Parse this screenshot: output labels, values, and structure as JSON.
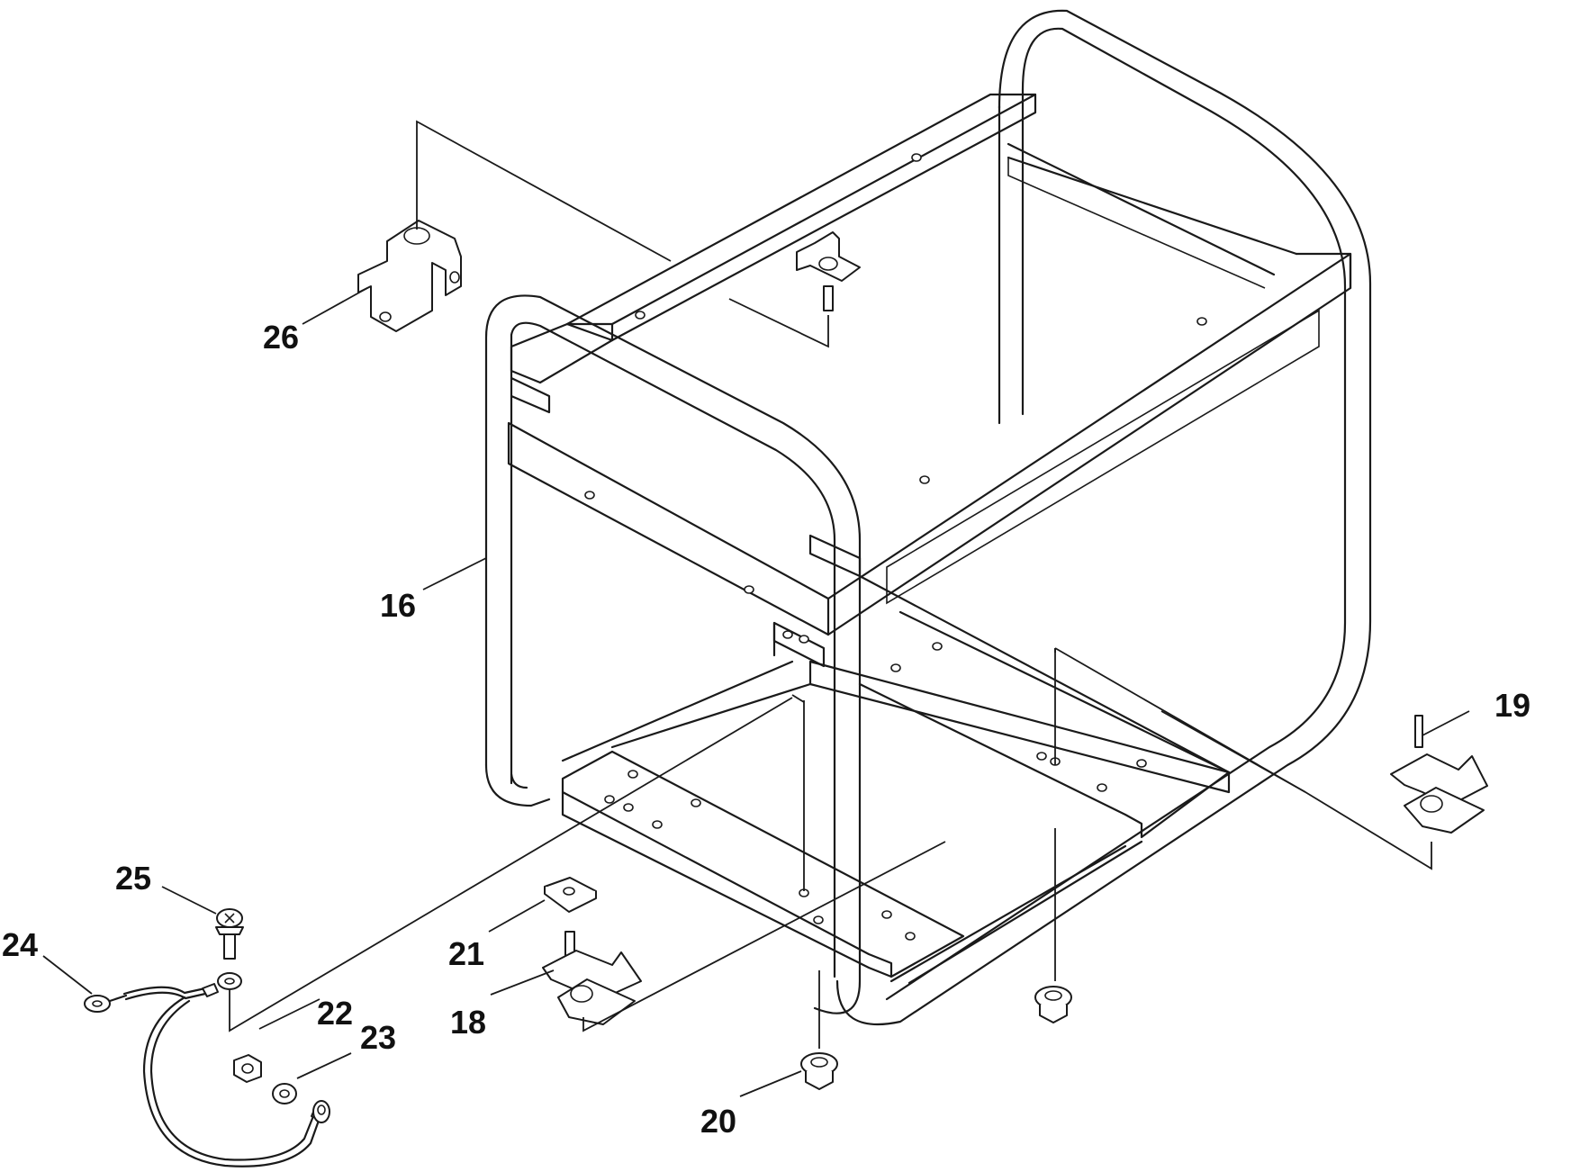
{
  "diagram": {
    "callouts": [
      {
        "id": "16",
        "text": "16"
      },
      {
        "id": "18",
        "text": "18"
      },
      {
        "id": "19",
        "text": "19"
      },
      {
        "id": "20",
        "text": "20"
      },
      {
        "id": "21",
        "text": "21"
      },
      {
        "id": "22",
        "text": "22"
      },
      {
        "id": "23",
        "text": "23"
      },
      {
        "id": "24",
        "text": "24"
      },
      {
        "id": "25",
        "text": "25"
      },
      {
        "id": "26",
        "text": "26"
      }
    ]
  }
}
